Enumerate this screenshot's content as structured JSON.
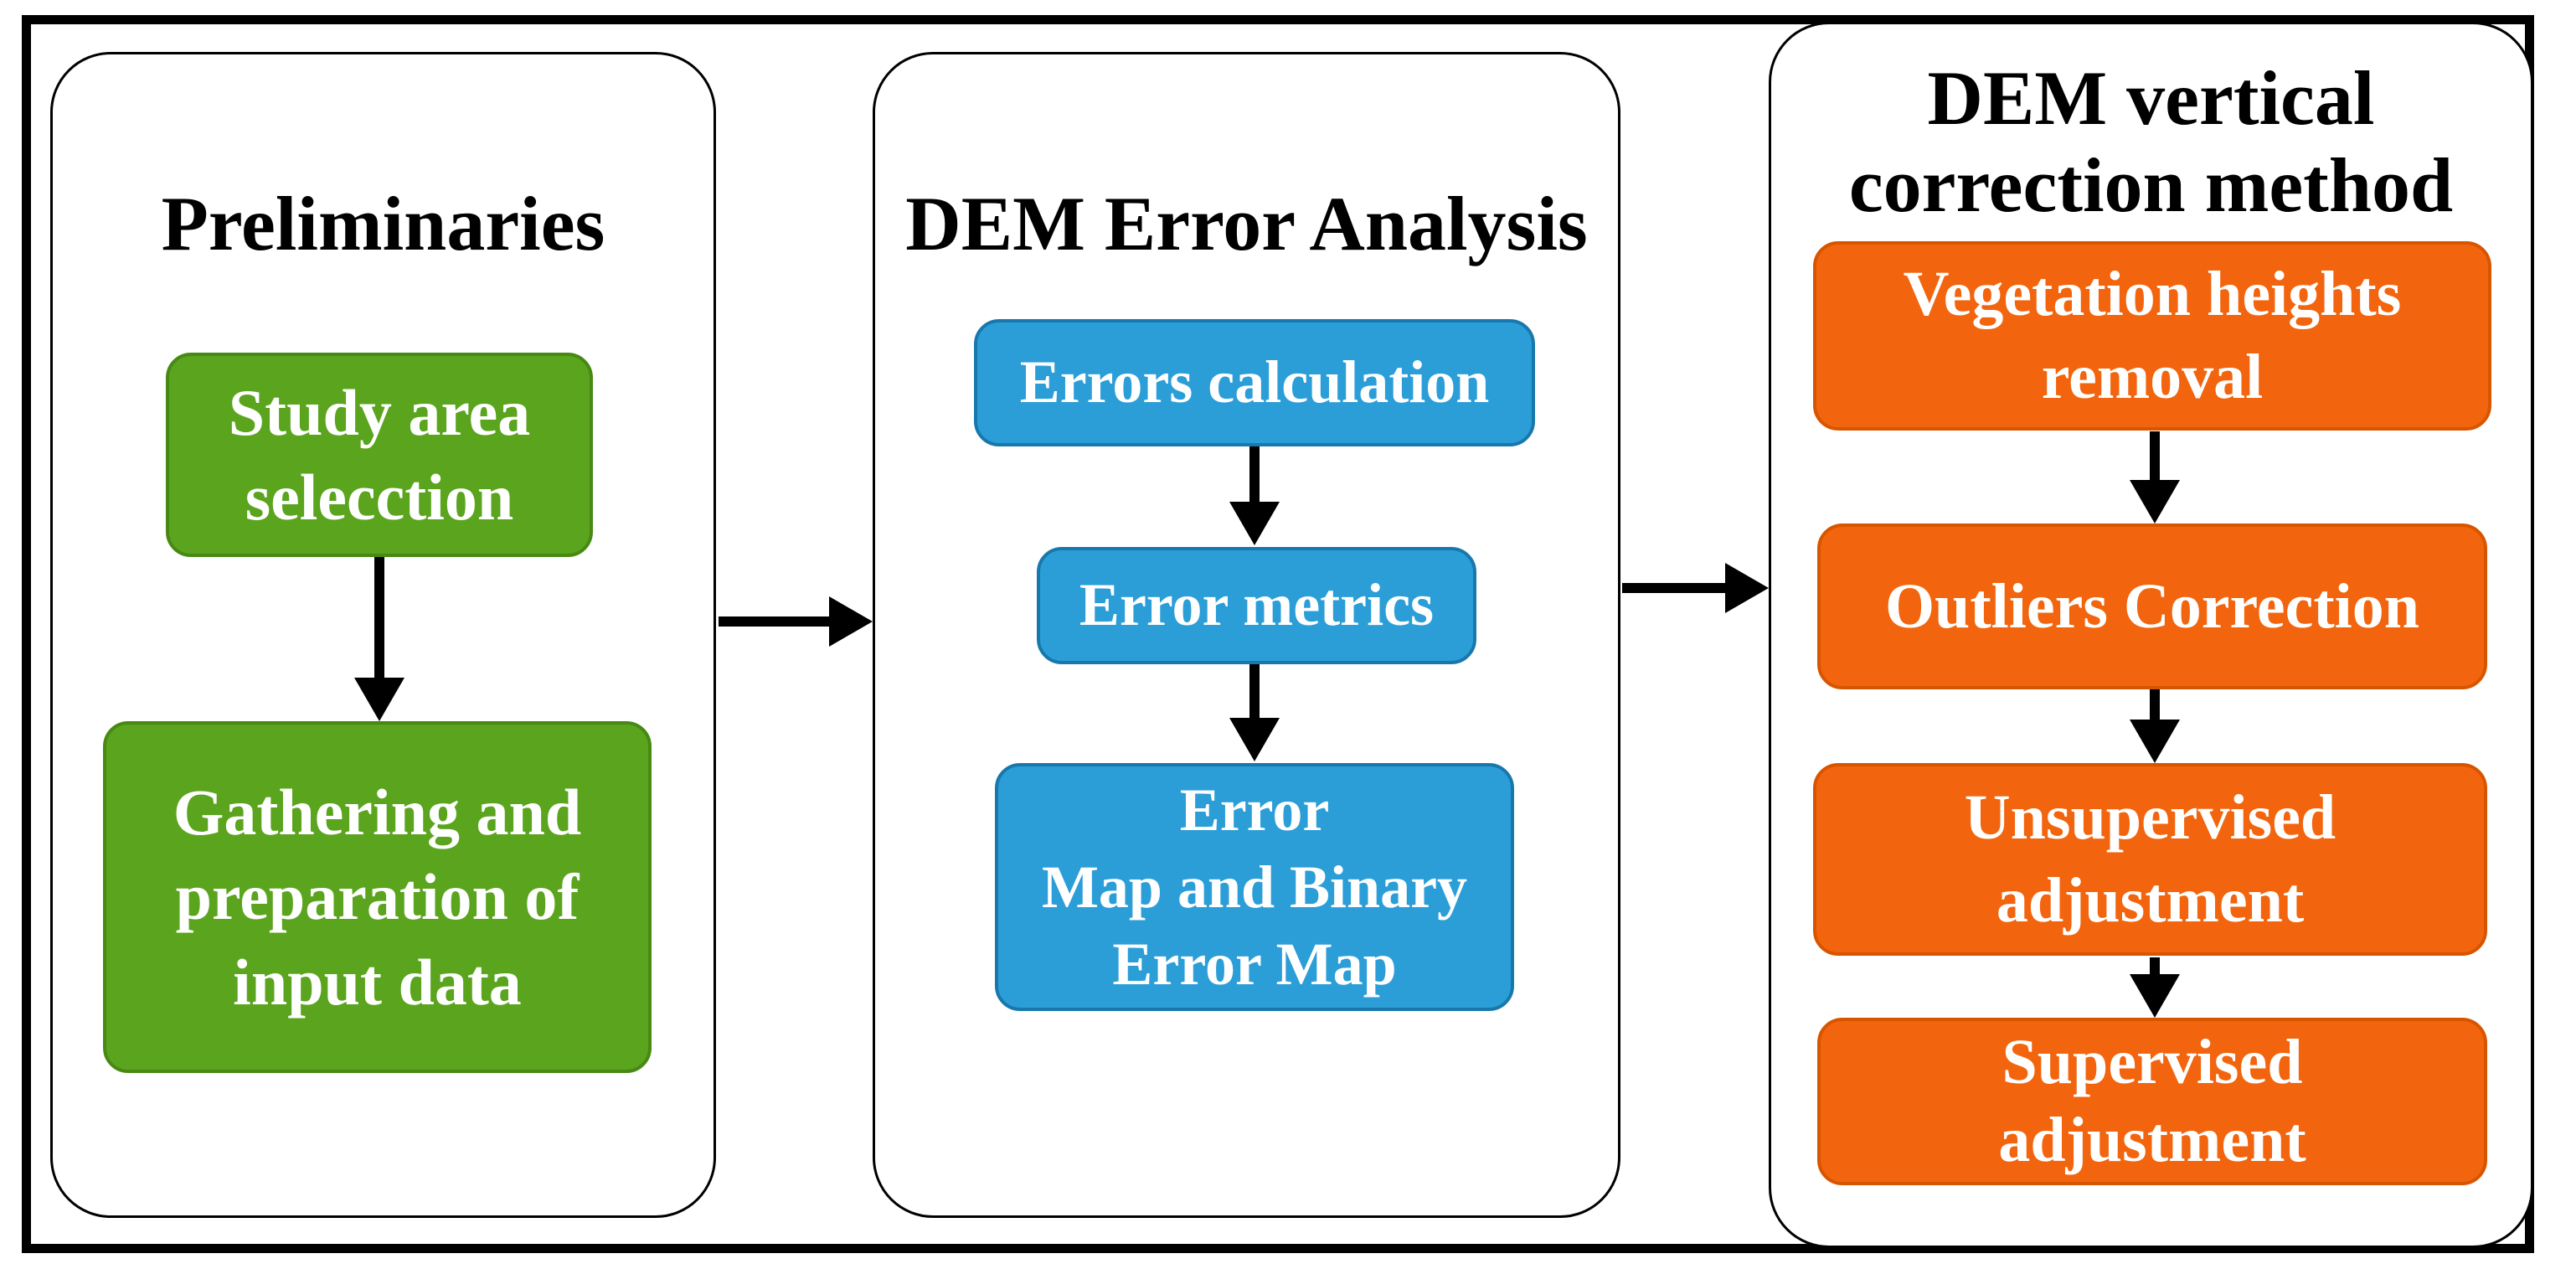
{
  "figure": {
    "type": "flowchart",
    "columns": [
      {
        "title_lines": [
          "Preliminaries"
        ],
        "box_color": "#5aa41e",
        "box_border_color": "#478912",
        "boxes": [
          {
            "lines": [
              "Study area",
              "selecction"
            ]
          },
          {
            "lines": [
              "Gathering and",
              "preparation of",
              "input data"
            ]
          }
        ]
      },
      {
        "title_lines": [
          "DEM Error Analysis"
        ],
        "box_color": "#2b9ed8",
        "box_border_color": "#1878ac",
        "boxes": [
          {
            "lines": [
              "Errors calculation"
            ]
          },
          {
            "lines": [
              "Error metrics"
            ]
          },
          {
            "lines": [
              "Error",
              "Map and Binary",
              "Error Map"
            ]
          }
        ]
      },
      {
        "title_lines": [
          "DEM vertical",
          "correction method"
        ],
        "box_color": "#f2650e",
        "box_border_color": "#d85500",
        "boxes": [
          {
            "lines": [
              "Vegetation heights",
              "removal"
            ]
          },
          {
            "lines": [
              "Outliers Correction"
            ]
          },
          {
            "lines": [
              "Unsupervised",
              "adjustment"
            ]
          },
          {
            "lines": [
              "Supervised",
              "adjustment"
            ]
          }
        ]
      }
    ],
    "colors": {
      "title_text": "#000000",
      "box_text": "#ffffff",
      "arrow": "#000000",
      "frame": "#000000",
      "background": "#ffffff"
    }
  }
}
